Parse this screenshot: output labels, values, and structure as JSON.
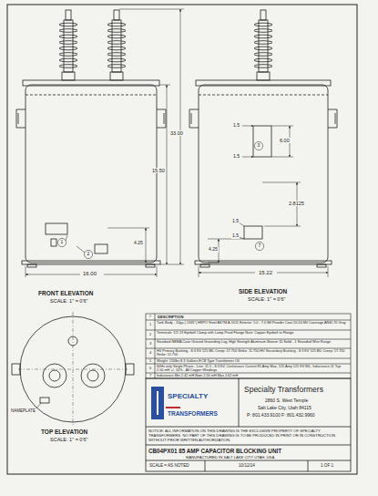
{
  "diagram": {
    "labels": [
      "33.00",
      "15.50",
      "4.25",
      "16.00",
      "2",
      "1",
      "FRONT ELEVATION",
      "SCALE: 1\" = 0'6\"",
      "6.00",
      "1.5",
      "1.5",
      "2.8125",
      "1.5",
      "1.5",
      "4.25",
      "7",
      "3",
      "15.22",
      "SIDE ELEVATION",
      "SCALE: 1\" = 0'6\"",
      "NAMEPLATE",
      "TOP ELEVATION",
      "SCALE: 1\" = 0'6\"",
      "#",
      "DESCRIPTION",
      "1",
      "Tank Body - 10ga (.1345\") HRPO Steel ASTM A-1011 Exterior: 5.0 - 7.0 Mil Powder Coat 10-50 Mil Coverage ANSI-70 Gray",
      "2",
      "Terminals: 1/2-13 Eyebolt Clamp with Lamp-Proof Flange Nuts: Copper Eyebolt to Flange",
      "3",
      "Standard NEMA Case Ground Grounding Lug, High Strength Aluminum Bronze 10 Solid - 1 Stranded Wire Range",
      "4",
      "HV Primary Bushing - 8.3 KV 125 BIL Creep: 17.750 Strike: 11.750 HV Secondary Bushing - 8.3 KV 125 BIL Creep: 17.750 Strike: 11.750",
      "5",
      "Weight: 150lbs 8.3 Gallons ECB Type Transformer Oil",
      "6",
      "60Hz only Single Phase - Line: 11.5 - 8.3 KV, Continuous Current 85 Amp Max, 125 Amp 125 KV BIL, Inductance @ Tap: 2.50 mH +/- 10% - All Copper Windings",
      "7",
      "Inductance   Min 2.42 mH   Nom 2.50 mH   Max 2.62 mH",
      "SPECIALTY",
      "TRANSFORMERS",
      "Specialty Transformers",
      "2860 S. West Temple",
      "Salt Lake City, Utah 84115",
      "P: 801.433.9100   F: 801.432.9960",
      "NOTICE: ALL INFORMATION ON THIS DRAWING IS THE EXCLUSIVE PROPERTY OF SPECIALTY TRANSFORMERS. NO PART OF THIS DRAWING IS TO BE PRODUCED IN PRINT OR IN CONSTRUCTION WITHOUT PRIOR WRITTEN AUTHORIZATION.",
      "CB04PX01 85 AMP CAPACITOR BLOCKING UNIT",
      "MANUFACTURED IN SALT LAKE CITY UTAH, USA",
      "SCALE = AS NOTED",
      "10/12/14",
      "1 OF 1"
    ]
  }
}
